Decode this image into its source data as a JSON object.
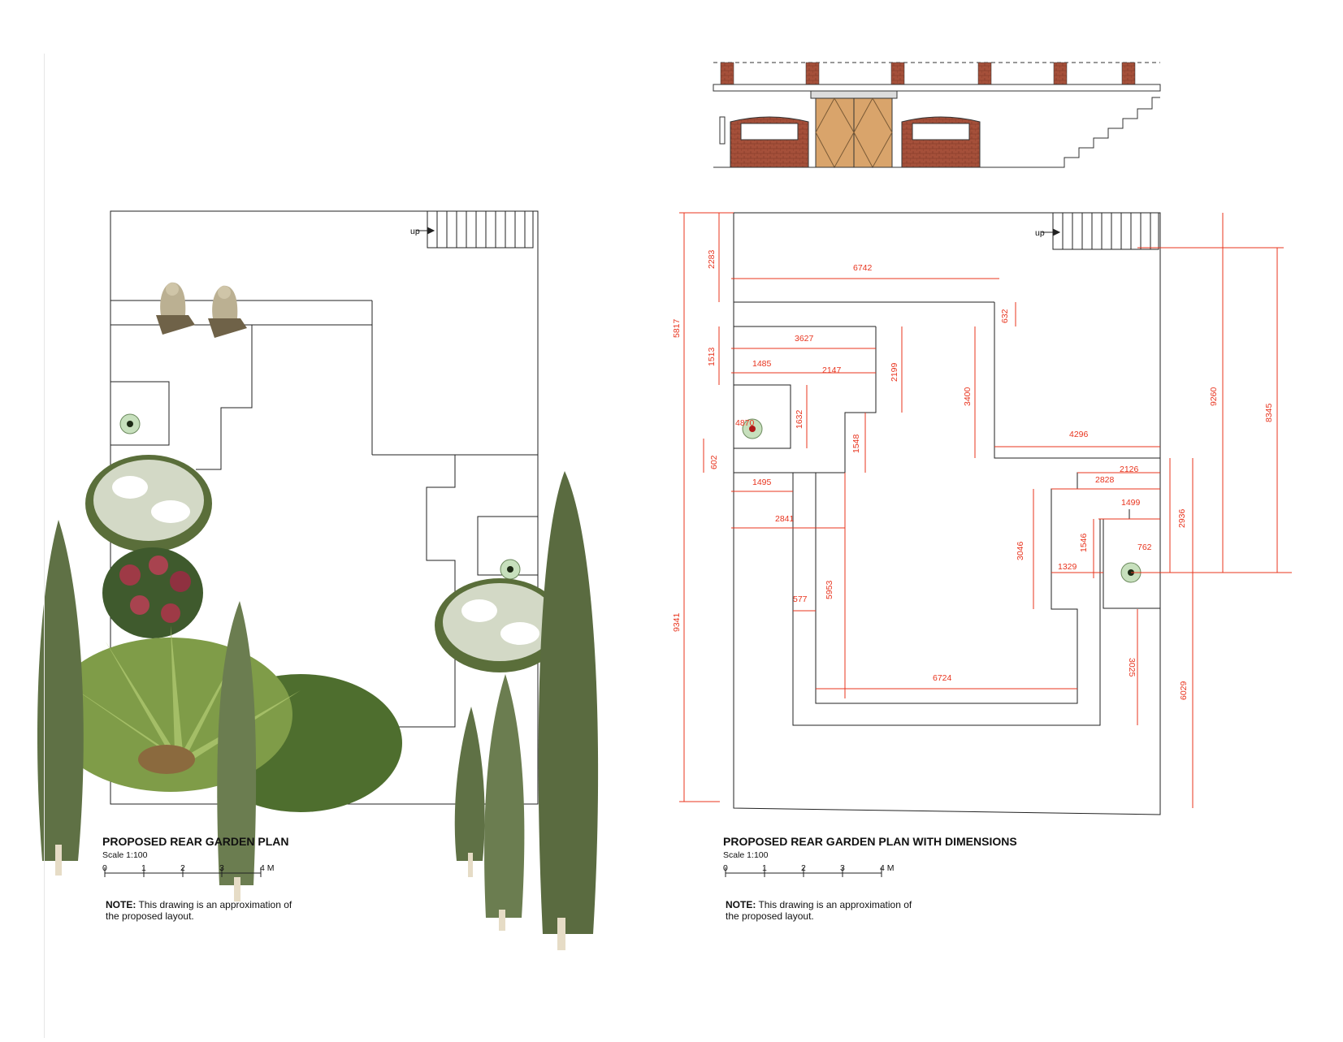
{
  "left_plan": {
    "title": "PROPOSED REAR GARDEN PLAN",
    "scale": "Scale 1:100",
    "up_label": "up",
    "scale_bar_ticks": [
      "0",
      "1",
      "2",
      "3",
      "4 M"
    ],
    "note_bold": "NOTE:",
    "note_line1": " This drawing is an approximation of",
    "note_line2": "the proposed layout."
  },
  "right_plan": {
    "title": "PROPOSED REAR GARDEN PLAN WITH DIMENSIONS",
    "scale": "Scale 1:100",
    "up_label": "up",
    "scale_bar_ticks": [
      "0",
      "1",
      "2",
      "3",
      "4 M"
    ],
    "note_bold": "NOTE:",
    "note_line1": " This drawing is an approximation of",
    "note_line2": "the proposed layout."
  },
  "dimensions": {
    "d6742": "6742",
    "d632": "632",
    "d3627": "3627",
    "d1485": "1485",
    "d2147": "2147",
    "d2199": "2199",
    "d3400": "3400",
    "d4296": "4296",
    "d4870": "4870",
    "d1632": "1632",
    "d1548": "1548",
    "d1495": "1495",
    "d2126": "2126",
    "d2828": "2828",
    "d1499": "1499",
    "d2841": "2841",
    "d1546": "1546",
    "d762": "762",
    "d1329": "1329",
    "d577": "577",
    "d5953": "5953",
    "d3046": "3046",
    "d6724": "6724",
    "d3025": "3025",
    "d2936": "2936",
    "d9260": "9260",
    "d8345": "8345",
    "d6029": "6029",
    "d5817": "5817",
    "d2283": "2283",
    "d1513": "1513",
    "d602": "602",
    "d9341": "9341"
  },
  "colors": {
    "dimension": "#e8341e",
    "brick": "#a5503a",
    "gate": "#d9a46b",
    "foliage_dark": "#5f7145",
    "foliage_light": "#8aa45c"
  }
}
